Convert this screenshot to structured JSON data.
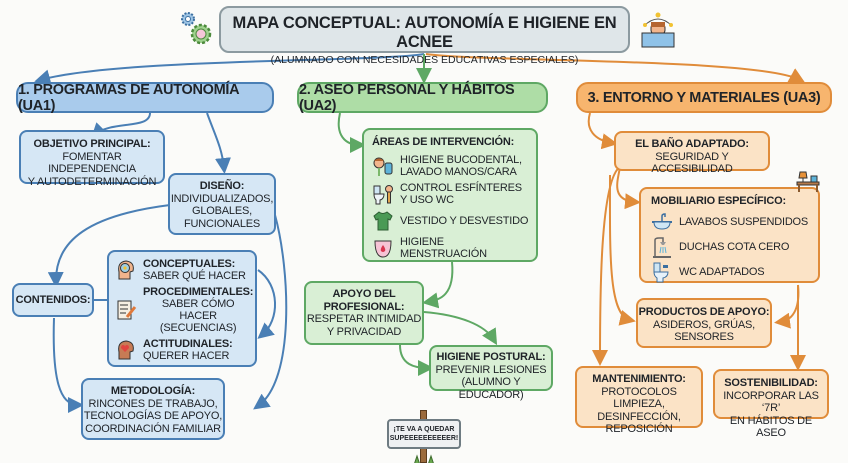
{
  "title": {
    "main": "MAPA CONCEPTUAL: AUTONOMÍA E HIGIENE EN ACNEE",
    "subtitle": "(ALUMNADO CON NECESIDADES EDUCATIVAS ESPECIALES)",
    "left_icon": "gears-person-icon",
    "right_icon": "student-desk-stars-icon"
  },
  "colors": {
    "blue": "#4a7fb5",
    "green": "#5ea864",
    "orange": "#e08c3a",
    "title_border": "#8c9aa0"
  },
  "branch1": {
    "header": "1. PROGRAMAS DE AUTONOMÍA (UA1)",
    "objetivo": {
      "title": "OBJETIVO PRINCIPAL:",
      "lines": [
        "FOMENTAR INDEPENDENCIA",
        "Y AUTODETERMINACIÓN"
      ]
    },
    "diseno": {
      "title": "DISEÑO:",
      "lines": [
        "INDIVIDUALIZADOS,",
        "GLOBALES,",
        "FUNCIONALES"
      ]
    },
    "contenidos": {
      "title": "CONTENIDOS:"
    },
    "tipos": [
      {
        "icon": "brain-lightbulb-icon",
        "title": "CONCEPTUALES:",
        "lines": [
          "SABER QUÉ HACER"
        ]
      },
      {
        "icon": "checklist-pencil-icon",
        "title": "PROCEDIMENTALES:",
        "lines": [
          "SABER CÓMO HACER",
          "(SECUENCIAS)"
        ]
      },
      {
        "icon": "head-heart-icon",
        "title": "ACTITUDINALES:",
        "lines": [
          "QUERER HACER"
        ]
      }
    ],
    "metodologia": {
      "title": "METODOLOGÍA:",
      "lines": [
        "RINCONES DE TRABAJO,",
        "TECNOLOGÍAS DE APOYO,",
        "COORDINACIÓN FAMILIAR"
      ]
    }
  },
  "branch2": {
    "header": "2. ASEO PERSONAL Y HÁBITOS (UA2)",
    "areas": {
      "title": "ÁREAS DE INTERVENCIÓN:",
      "items": [
        {
          "icon": "toothbrush-handwash-icon",
          "lines": [
            "HIGIENE BUCODENTAL,",
            "LAVADO MANOS/CARA"
          ]
        },
        {
          "icon": "toilet-icon",
          "lines": [
            "CONTROL ESFÍNTERES",
            "Y USO WC"
          ]
        },
        {
          "icon": "shirt-icon",
          "lines": [
            "VESTIDO Y DESVESTIDO"
          ]
        },
        {
          "icon": "menstrual-pad-icon",
          "lines": [
            "HIGIENE MENSTRUACIÓN"
          ]
        }
      ]
    },
    "apoyo": {
      "title_lines": [
        "APOYO DEL",
        "PROFESIONAL:"
      ],
      "lines": [
        "RESPETAR INTIMIDAD",
        "Y PRIVACIDAD"
      ]
    },
    "postural": {
      "title": "HIGIENE POSTURAL:",
      "lines": [
        "PREVENIR LESIONES",
        "(ALUMNO Y EDUCADOR)"
      ]
    },
    "sign": {
      "lines": [
        "¡TE VA A QUEDAR",
        "SUPEEEEEEEEEER!"
      ]
    }
  },
  "branch3": {
    "header": "3. ENTORNO Y MATERIALES (UA3)",
    "bano": {
      "title": "EL BAÑO ADAPTADO:",
      "lines": [
        "SEGURIDAD Y ACCESIBILIDAD"
      ]
    },
    "mobiliario": {
      "title": "MOBILIARIO ESPECÍFICO:",
      "corner_icon": "desk-lamp-icon",
      "items": [
        {
          "icon": "sink-icon",
          "label": "LAVABOS SUSPENDIDOS"
        },
        {
          "icon": "shower-icon",
          "label": "DUCHAS COTA CERO"
        },
        {
          "icon": "toilet-icon",
          "label": "WC ADAPTADOS"
        }
      ]
    },
    "productos": {
      "title": "PRODUCTOS DE APOYO:",
      "lines": [
        "ASIDEROS, GRÚAS,",
        "SENSORES"
      ]
    },
    "mantenimiento": {
      "title": "MANTENIMIENTO:",
      "lines": [
        "PROTOCOLOS LIMPIEZA,",
        "DESINFECCIÓN,",
        "REPOSICIÓN"
      ]
    },
    "sostenibilidad": {
      "title": "SOSTENIBILIDAD:",
      "lines": [
        "INCORPORAR LAS ‘7R’",
        "EN HÁBITOS DE ASEO"
      ]
    }
  }
}
